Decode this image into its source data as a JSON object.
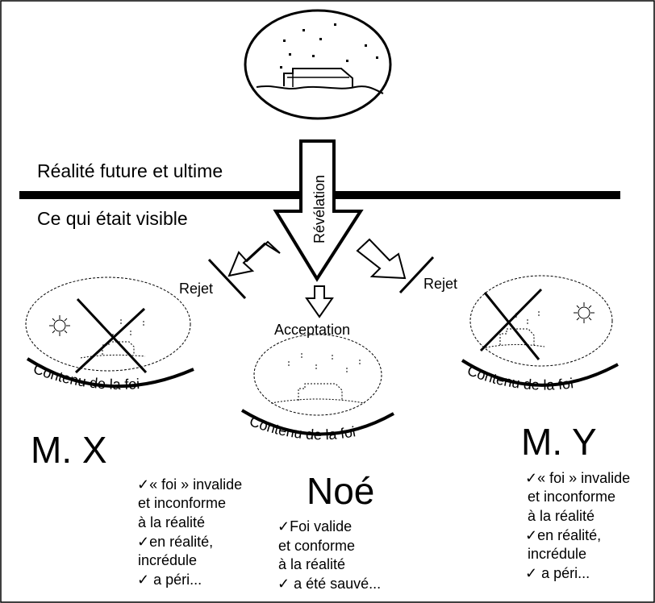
{
  "top_label": "Réalité future et ultime",
  "bottom_label": "Ce qui était visible",
  "arrow_label": "Révélation",
  "reject_left": "Rejet",
  "reject_right": "Rejet",
  "acceptation": "Acceptation",
  "arc_caption_left": "Contenu de la foi",
  "arc_caption_center": "Contenu de la foi",
  "arc_caption_right": "Contenu de la foi",
  "persons": [
    {
      "name": "M. X",
      "notes": [
        "✓« foi » invalide",
        "et inconforme",
        "à la réalité",
        "✓en réalité,",
        "incrédule",
        "✓ a péri..."
      ]
    },
    {
      "name": "Noé",
      "notes": [
        "✓Foi valide",
        "et conforme",
        "à la réalité",
        "✓ a été sauvé..."
      ]
    },
    {
      "name": "M. Y",
      "notes": [
        "✓« foi » invalide",
        "et inconforme",
        "à la réalité",
        "✓en réalité,",
        "incrédule",
        "✓ a péri..."
      ]
    }
  ]
}
